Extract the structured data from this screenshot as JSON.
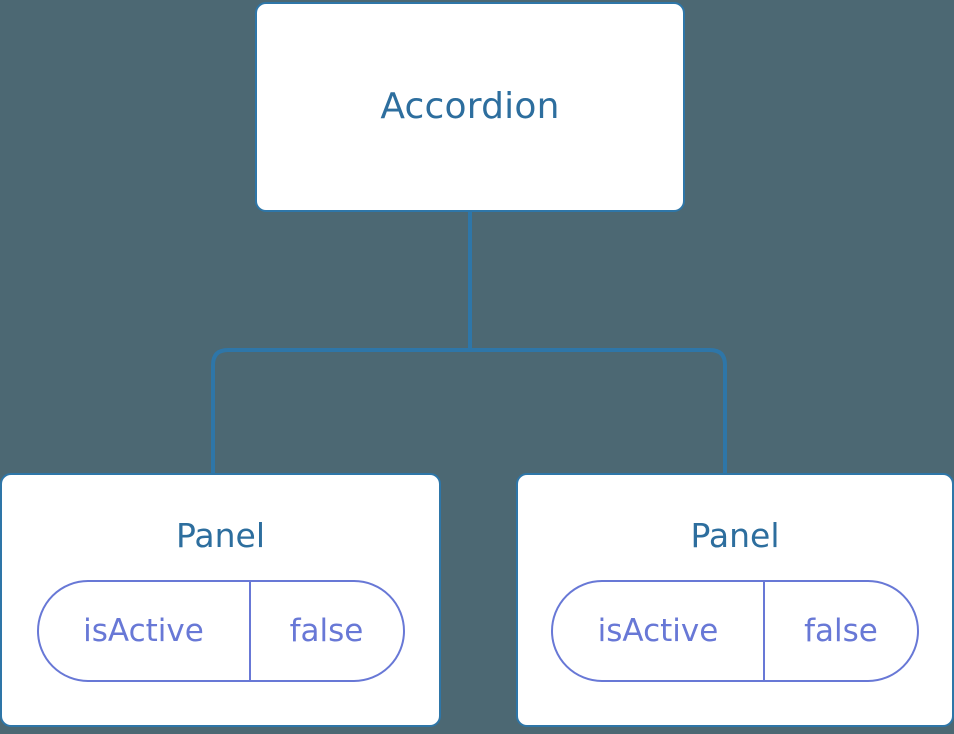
{
  "diagram": {
    "type": "component-tree",
    "background_color": "#4c6873",
    "node_fill_color": "#ffffff",
    "node_border_color": "#2e76a8",
    "node_label_color": "#2d6e9e",
    "connector_color": "#2e76a8",
    "prop_color": "#6878d6"
  },
  "root": {
    "label": "Accordion"
  },
  "children": [
    {
      "label": "Panel",
      "props": [
        {
          "key": "isActive",
          "value": "false"
        }
      ]
    },
    {
      "label": "Panel",
      "props": [
        {
          "key": "isActive",
          "value": "false"
        }
      ]
    }
  ]
}
